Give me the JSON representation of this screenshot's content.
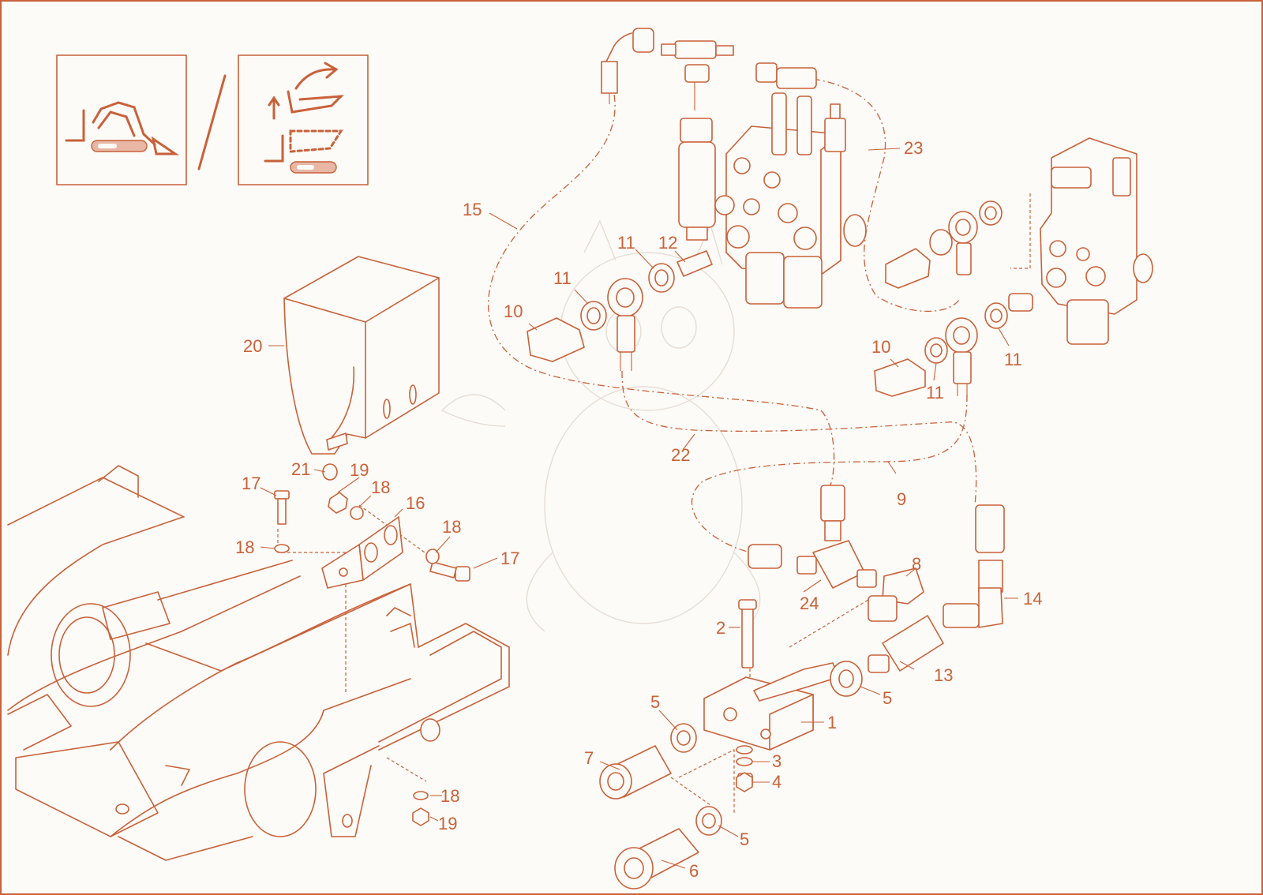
{
  "colors": {
    "line": "#c8613a",
    "background": "#fdfbf7",
    "fill_light": "#e8b7a6",
    "watermark": "#e5ddd6"
  },
  "icons": {
    "left_mode": "excavator-boom-icon",
    "right_mode": "bucket-tilt-icon",
    "separator": "/"
  },
  "callouts": [
    {
      "id": "c1",
      "text": "1"
    },
    {
      "id": "c2",
      "text": "2"
    },
    {
      "id": "c3",
      "text": "3"
    },
    {
      "id": "c4",
      "text": "4"
    },
    {
      "id": "c5a",
      "text": "5"
    },
    {
      "id": "c5b",
      "text": "5"
    },
    {
      "id": "c5c",
      "text": "5"
    },
    {
      "id": "c6",
      "text": "6"
    },
    {
      "id": "c7",
      "text": "7"
    },
    {
      "id": "c8",
      "text": "8"
    },
    {
      "id": "c9",
      "text": "9"
    },
    {
      "id": "c10a",
      "text": "10"
    },
    {
      "id": "c10b",
      "text": "10"
    },
    {
      "id": "c11a",
      "text": "11"
    },
    {
      "id": "c11b",
      "text": "11"
    },
    {
      "id": "c11c",
      "text": "11"
    },
    {
      "id": "c11d",
      "text": "11"
    },
    {
      "id": "c12",
      "text": "12"
    },
    {
      "id": "c13",
      "text": "13"
    },
    {
      "id": "c14",
      "text": "14"
    },
    {
      "id": "c15",
      "text": "15"
    },
    {
      "id": "c16",
      "text": "16"
    },
    {
      "id": "c17a",
      "text": "17"
    },
    {
      "id": "c17b",
      "text": "17"
    },
    {
      "id": "c18a",
      "text": "18"
    },
    {
      "id": "c18b",
      "text": "18"
    },
    {
      "id": "c18c",
      "text": "18"
    },
    {
      "id": "c18d",
      "text": "18"
    },
    {
      "id": "c19a",
      "text": "19"
    },
    {
      "id": "c19b",
      "text": "19"
    },
    {
      "id": "c20",
      "text": "20"
    },
    {
      "id": "c21",
      "text": "21"
    },
    {
      "id": "c22",
      "text": "22"
    },
    {
      "id": "c23",
      "text": "23"
    },
    {
      "id": "c24",
      "text": "24"
    }
  ]
}
